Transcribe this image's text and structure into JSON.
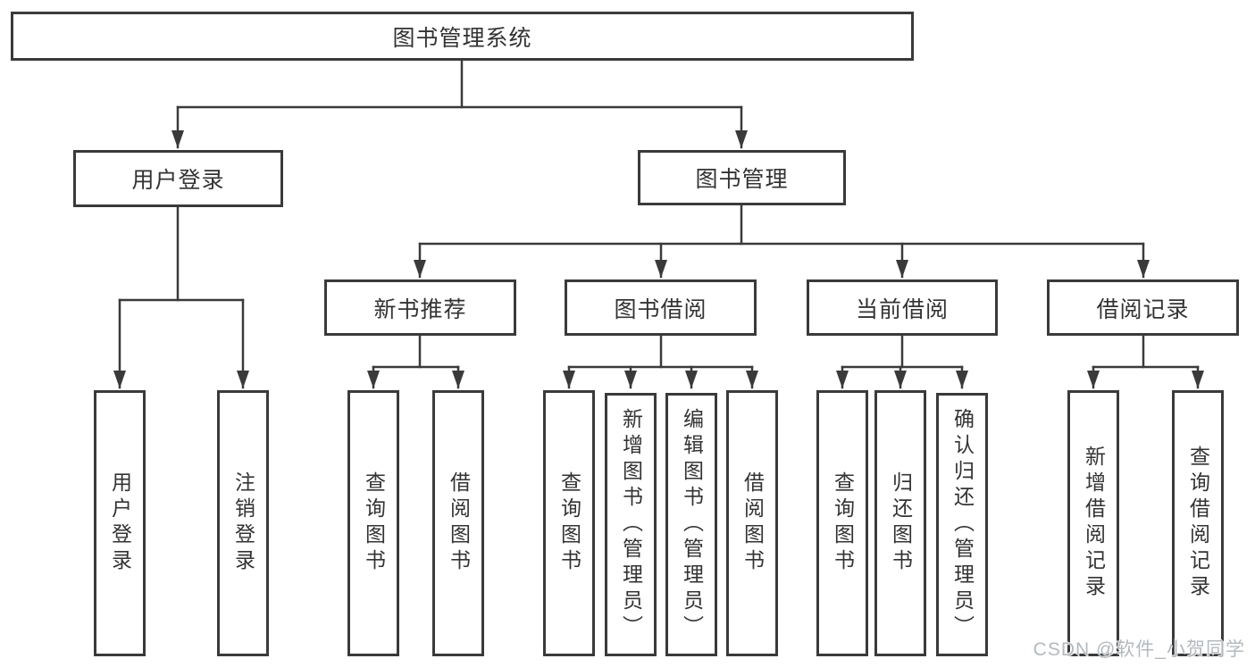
{
  "labels": {
    "root": "图书管理系统",
    "l2_user_login": "用户登录",
    "l2_book_mgmt": "图书管理",
    "l3_new_book": "新书推荐",
    "l3_book_borrow": "图书借阅",
    "l3_current_borrow": "当前借阅",
    "l3_borrow_record": "借阅记录",
    "leaf_user_login": "用户登录",
    "leaf_logout": "注销登录",
    "leaf_nb_query": "查询图书",
    "leaf_nb_borrow": "借阅图书",
    "leaf_bb_query": "查询图书",
    "leaf_bb_add": "新增图书（管理员）",
    "leaf_bb_edit": "编辑图书（管理员）",
    "leaf_bb_borrow": "借阅图书",
    "leaf_cb_query": "查询图书",
    "leaf_cb_return": "归还图书",
    "leaf_cb_confirm": "确认归还（管理员）",
    "leaf_br_add": "新增借阅记录",
    "leaf_br_query": "查询借阅记录"
  },
  "hierarchy": {
    "root": "图书管理系统",
    "children": [
      {
        "label": "用户登录",
        "children": [
          "用户登录",
          "注销登录"
        ]
      },
      {
        "label": "图书管理",
        "children": [
          {
            "label": "新书推荐",
            "children": [
              "查询图书",
              "借阅图书"
            ]
          },
          {
            "label": "图书借阅",
            "children": [
              "查询图书",
              "新增图书（管理员）",
              "编辑图书（管理员）",
              "借阅图书"
            ]
          },
          {
            "label": "当前借阅",
            "children": [
              "查询图书",
              "归还图书",
              "确认归还（管理员）"
            ]
          },
          {
            "label": "借阅记录",
            "children": [
              "新增借阅记录",
              "查询借阅记录"
            ]
          }
        ]
      }
    ]
  },
  "watermark": "CSDN @软件_小贺同学",
  "colors": {
    "line": "#3a3a3a",
    "text": "#333333",
    "watermark": "#b3b9be",
    "background": "#ffffff"
  }
}
